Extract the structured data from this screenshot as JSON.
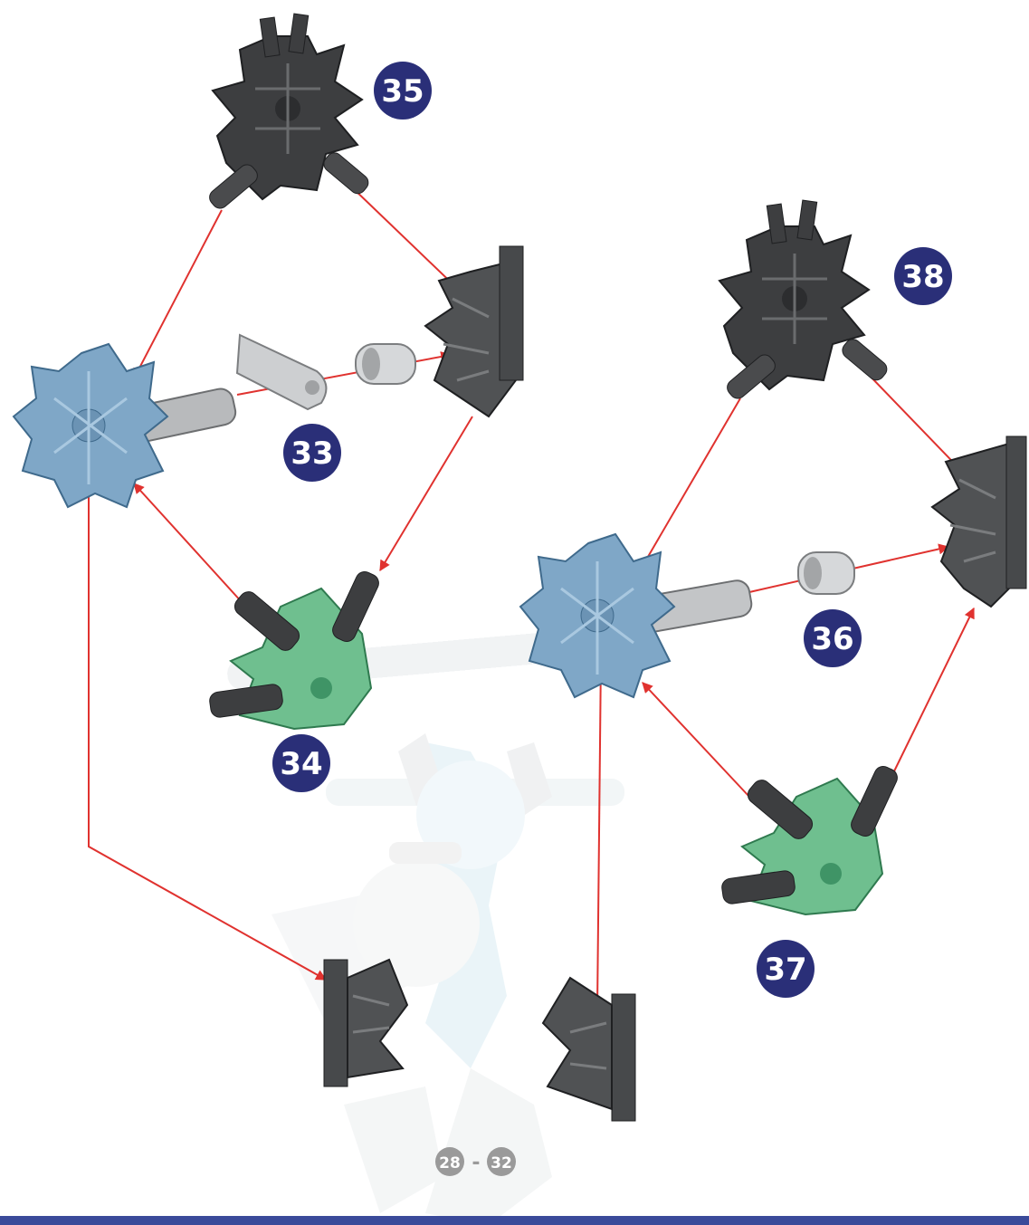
{
  "colors": {
    "dark_part": "#3d3e40",
    "dark_part_hi": "#5a5c5e",
    "blue_part": "#7fa7c7",
    "blue_part_hi": "#a9c8e0",
    "green_part": "#6fbf8f",
    "green_part_hi": "#95d8ad",
    "gray_part": "#c9cbcd",
    "arrow": "#e0322f",
    "badge": "#2a2f78",
    "badge_text": "#ffffff",
    "ghost": "#dde9ee"
  },
  "steps": {
    "s33": "33",
    "s34": "34",
    "s35": "35",
    "s36": "36",
    "s37": "37",
    "s38": "38"
  },
  "range_label": {
    "start": "28",
    "dash": "-",
    "end": "32"
  }
}
